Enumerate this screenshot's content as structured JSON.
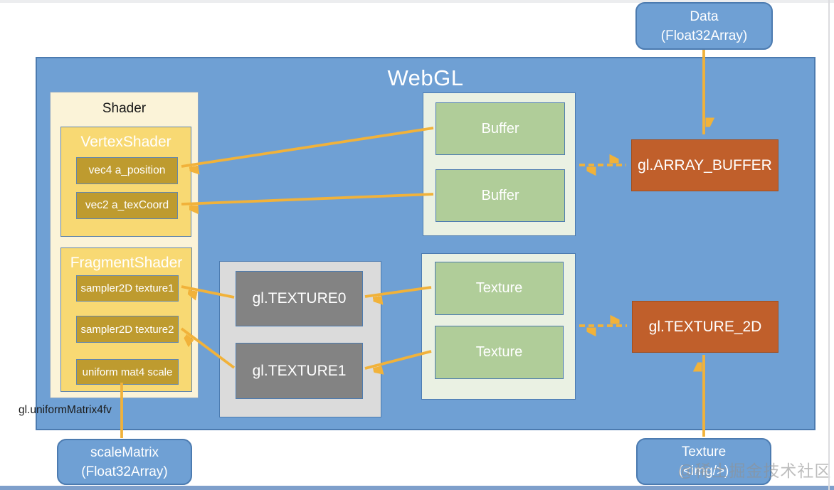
{
  "palette": {
    "blue_fill": "#6FA0D4",
    "blue_border": "#4C7BB0",
    "cream_fill": "#FBF3D8",
    "cream_border": "#8FA6C4",
    "golden_fill": "#F8D973",
    "golden_border": "#6487AB",
    "mustard_fill": "#BE9B2F",
    "pale_green_fill": "#EAF1E3",
    "green_fill": "#B0CD99",
    "light_gray_fill": "#DBDBDB",
    "dark_gray_fill": "#838383",
    "orange_fill": "#C05F2B",
    "orange_border": "#A04E1F",
    "arrow_gold": "#F1B23A",
    "text_black": "#1B1B1B",
    "watermark_gray": "rgba(145,145,145,0.6)",
    "top_strip": "#ECEDEF",
    "bottom_strip": "#7E9FCB"
  },
  "external": {
    "data_box": {
      "line1": "Data",
      "line2": "(Float32Array)"
    },
    "scale_matrix_box": {
      "line1": "scaleMatrix",
      "line2": "(Float32Array)"
    },
    "texture_img_box": {
      "line1": "Texture",
      "line2": "(<img/>)"
    }
  },
  "webgl": {
    "title": "WebGL",
    "uniform_label": "gl.uniformMatrix4fv",
    "shader": {
      "title": "Shader",
      "vertex": {
        "title": "VertexShader",
        "attrs": [
          "vec4 a_position",
          "vec2 a_texCoord"
        ]
      },
      "fragment": {
        "title": "FragmentShader",
        "attrs": [
          "sampler2D texture1",
          "sampler2D texture2",
          "uniform mat4 scale"
        ]
      }
    },
    "buffers": [
      "Buffer",
      "Buffer"
    ],
    "texture_units": [
      "gl.TEXTURE0",
      "gl.TEXTURE1"
    ],
    "textures": [
      "Texture",
      "Texture"
    ],
    "bind_points": {
      "array_buffer": "gl.ARRAY_BUFFER",
      "texture_2d": "gl.TEXTURE_2D"
    }
  },
  "watermark": "@稀土掘金技术社区"
}
